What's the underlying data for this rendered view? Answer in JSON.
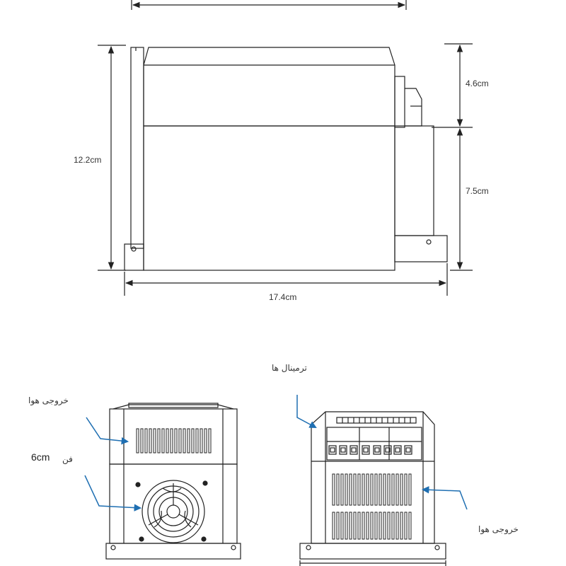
{
  "dimensions": {
    "total_height": "12.2cm",
    "upper_height": "4.6cm",
    "lower_height": "7.5cm",
    "total_width": "17.4cm"
  },
  "callouts": {
    "air_outlet_left": "خروجی هوا",
    "fan_word": "فن",
    "fan_size": "6cm",
    "terminals": "ترمینال ها",
    "air_outlet_right": "خروجی هوا"
  },
  "colors": {
    "line": "#222222",
    "arrow": "#1f6fb2"
  }
}
